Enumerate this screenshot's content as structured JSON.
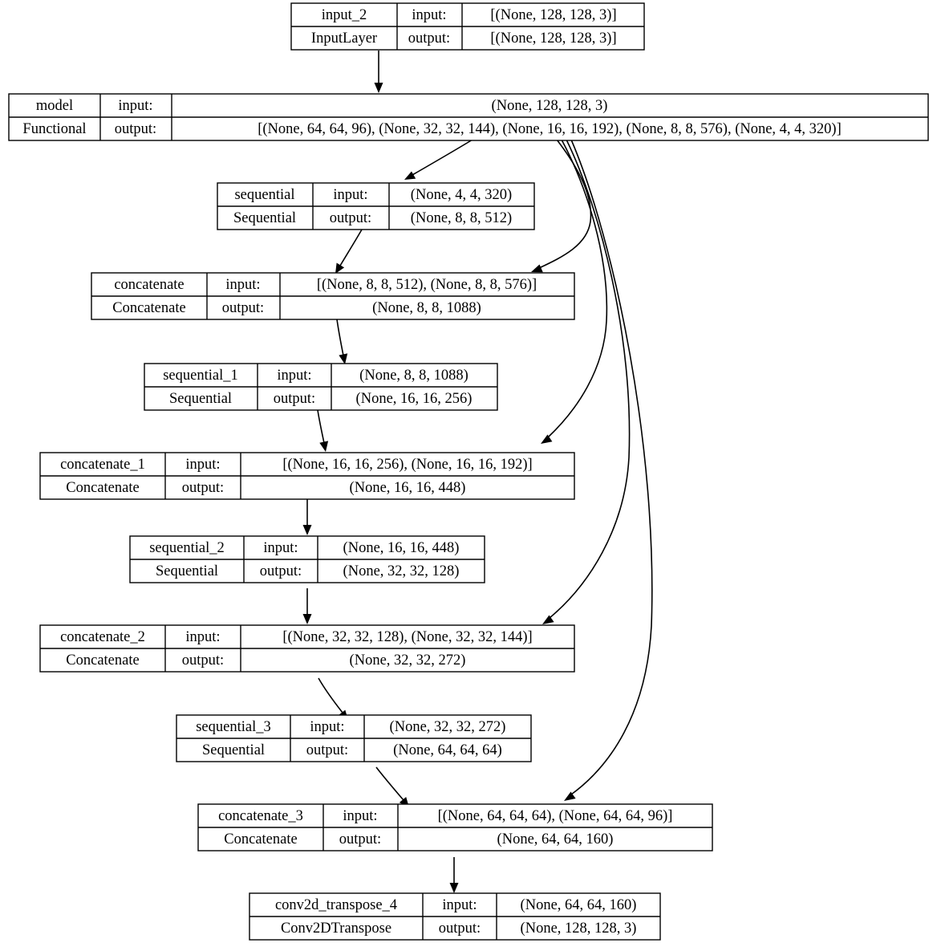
{
  "diagram": {
    "title": "Keras model plot",
    "type": "model-architecture-graph",
    "background_color": "#ffffff",
    "line_color": "#000000",
    "row_labels": {
      "input": "input:",
      "output": "output:"
    },
    "nodes": [
      {
        "id": "input_2",
        "name": "input_2",
        "class_name": "InputLayer",
        "input_label": "input:",
        "output_label": "output:",
        "input_shape": "[(None, 128, 128, 3)]",
        "output_shape": "[(None, 128, 128, 3)]"
      },
      {
        "id": "model",
        "name": "model",
        "class_name": "Functional",
        "input_label": "input:",
        "output_label": "output:",
        "input_shape": "(None, 128, 128, 3)",
        "output_shape": "[(None, 64, 64, 96), (None, 32, 32, 144), (None, 16, 16, 192), (None, 8, 8, 576), (None, 4, 4, 320)]"
      },
      {
        "id": "sequential",
        "name": "sequential",
        "class_name": "Sequential",
        "input_label": "input:",
        "output_label": "output:",
        "input_shape": "(None, 4, 4, 320)",
        "output_shape": "(None, 8, 8, 512)"
      },
      {
        "id": "concatenate",
        "name": "concatenate",
        "class_name": "Concatenate",
        "input_label": "input:",
        "output_label": "output:",
        "input_shape": "[(None, 8, 8, 512), (None, 8, 8, 576)]",
        "output_shape": "(None, 8, 8, 1088)"
      },
      {
        "id": "sequential_1",
        "name": "sequential_1",
        "class_name": "Sequential",
        "input_label": "input:",
        "output_label": "output:",
        "input_shape": "(None, 8, 8, 1088)",
        "output_shape": "(None, 16, 16, 256)"
      },
      {
        "id": "concatenate_1",
        "name": "concatenate_1",
        "class_name": "Concatenate",
        "input_label": "input:",
        "output_label": "output:",
        "input_shape": "[(None, 16, 16, 256), (None, 16, 16, 192)]",
        "output_shape": "(None, 16, 16, 448)"
      },
      {
        "id": "sequential_2",
        "name": "sequential_2",
        "class_name": "Sequential",
        "input_label": "input:",
        "output_label": "output:",
        "input_shape": "(None, 16, 16, 448)",
        "output_shape": "(None, 32, 32, 128)"
      },
      {
        "id": "concatenate_2",
        "name": "concatenate_2",
        "class_name": "Concatenate",
        "input_label": "input:",
        "output_label": "output:",
        "input_shape": "[(None, 32, 32, 128), (None, 32, 32, 144)]",
        "output_shape": "(None, 32, 32, 272)"
      },
      {
        "id": "sequential_3",
        "name": "sequential_3",
        "class_name": "Sequential",
        "input_label": "input:",
        "output_label": "output:",
        "input_shape": "(None, 32, 32, 272)",
        "output_shape": "(None, 64, 64, 64)"
      },
      {
        "id": "concatenate_3",
        "name": "concatenate_3",
        "class_name": "Concatenate",
        "input_label": "input:",
        "output_label": "output:",
        "input_shape": "[(None, 64, 64, 64), (None, 64, 64, 96)]",
        "output_shape": "(None, 64, 64, 160)"
      },
      {
        "id": "conv2d_transpose_4",
        "name": "conv2d_transpose_4",
        "class_name": "Conv2DTranspose",
        "input_label": "input:",
        "output_label": "output:",
        "input_shape": "(None, 64, 64, 160)",
        "output_shape": "(None, 128, 128, 3)"
      }
    ],
    "edges": [
      {
        "from": "input_2",
        "to": "model"
      },
      {
        "from": "model",
        "to": "sequential"
      },
      {
        "from": "model",
        "to": "concatenate"
      },
      {
        "from": "model",
        "to": "concatenate_1"
      },
      {
        "from": "model",
        "to": "concatenate_2"
      },
      {
        "from": "model",
        "to": "concatenate_3"
      },
      {
        "from": "sequential",
        "to": "concatenate"
      },
      {
        "from": "concatenate",
        "to": "sequential_1"
      },
      {
        "from": "sequential_1",
        "to": "concatenate_1"
      },
      {
        "from": "concatenate_1",
        "to": "sequential_2"
      },
      {
        "from": "sequential_2",
        "to": "concatenate_2"
      },
      {
        "from": "concatenate_2",
        "to": "sequential_3"
      },
      {
        "from": "sequential_3",
        "to": "concatenate_3"
      },
      {
        "from": "concatenate_3",
        "to": "conv2d_transpose_4"
      }
    ]
  }
}
